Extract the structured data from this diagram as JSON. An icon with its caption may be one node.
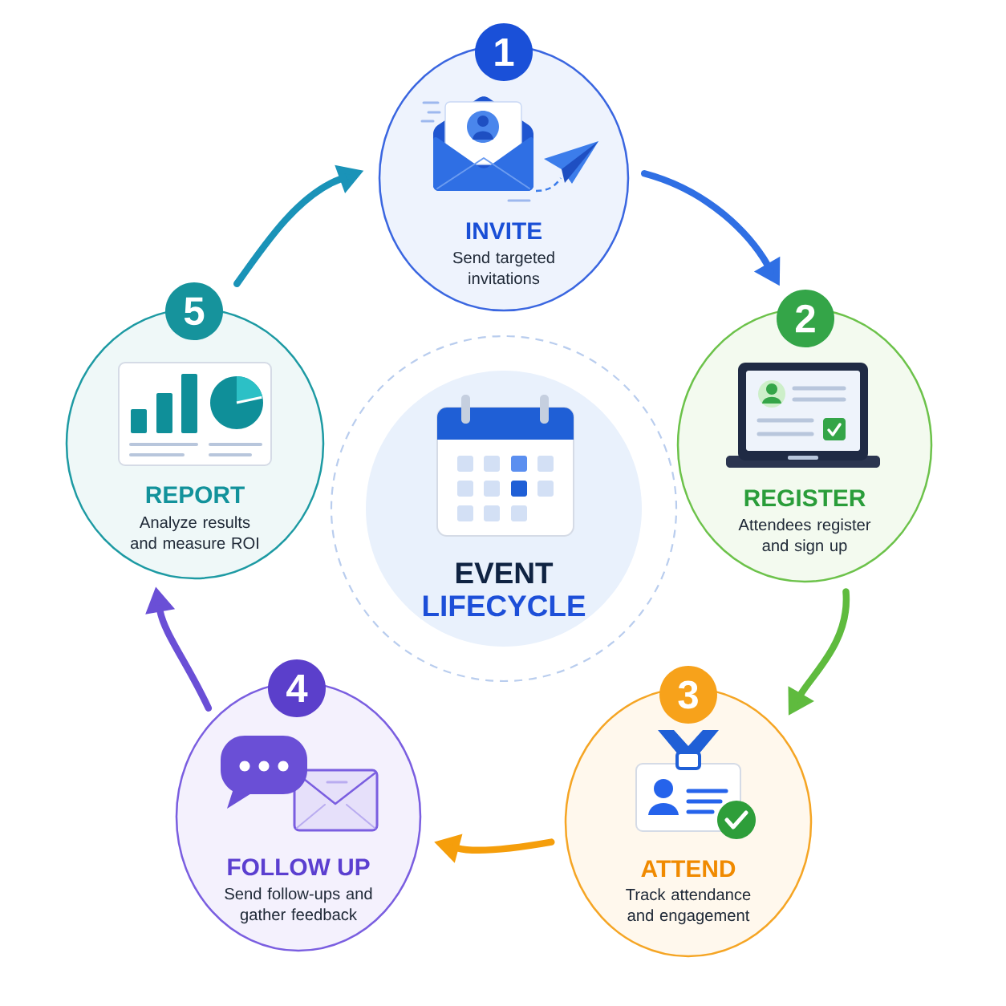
{
  "diagram": {
    "nodes": [
      {
        "text": [
          "1",
          "INVITE",
          "Send targeted invitations"
        ]
      },
      {
        "text": [
          "2",
          "REGISTER",
          "Attendees register and sign up"
        ]
      },
      {
        "text": [
          "3",
          "ATTEND",
          "Track attendance and engagement"
        ]
      },
      {
        "text": [
          "4",
          "FOLLOW UP",
          "Send follow-ups and gather feedback"
        ]
      },
      {
        "text": [
          "5",
          "REPORT",
          "Analyze results and measure ROI"
        ]
      },
      {
        "text": [
          "EVENT",
          "LIFECYCLE"
        ]
      }
    ],
    "edges": [
      {
        "from": 0,
        "to": 1,
        "arrow": "to",
        "color": "#2f6fe4"
      },
      {
        "from": 1,
        "to": 2,
        "arrow": "to",
        "color": "#5fbb3e"
      },
      {
        "from": 2,
        "to": 3,
        "arrow": "to",
        "color": "#f59e0b"
      },
      {
        "from": 3,
        "to": 4,
        "arrow": "to",
        "color": "#6a4fd6"
      },
      {
        "from": 4,
        "to": 0,
        "arrow": "to",
        "color": "#1a93b8"
      }
    ]
  }
}
